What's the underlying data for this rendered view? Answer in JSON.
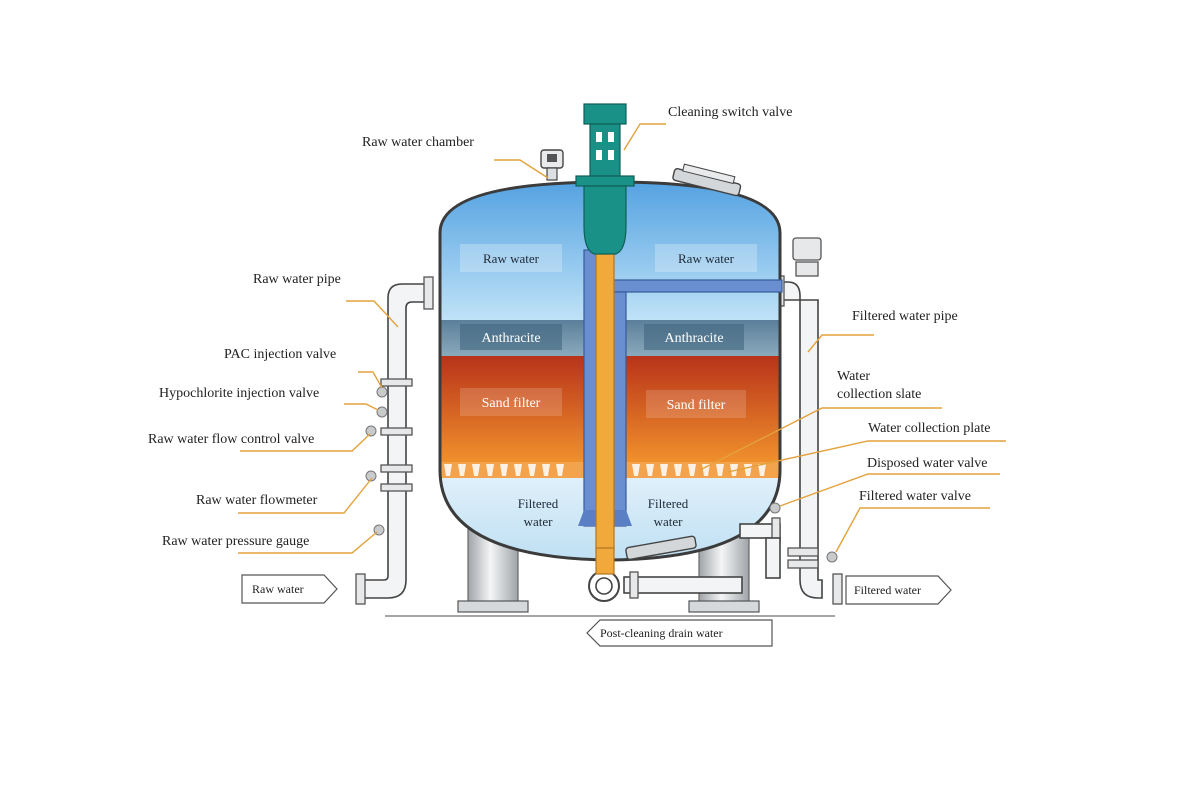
{
  "callouts": {
    "cleaning_switch_valve": "Cleaning  switch valve",
    "raw_water_chamber": "Raw water chamber",
    "raw_water_pipe": "Raw water pipe",
    "pac_injection_valve": "PAC injection  valve",
    "hypochlorite_injection_valve": "Hypochlorite injection  valve",
    "raw_water_flow_control_valve": "Raw water flow control valve",
    "raw_water_flowmeter": "Raw water flowmeter",
    "raw_water_pressure_gauge": "Raw water pressure gauge",
    "filtered_water_pipe": "Filtered  water pipe",
    "water_collection_slate_line1": "Water",
    "water_collection_slate_line2": "collection slate",
    "water_collection_plate": "Water collection plate",
    "disposed_water_valve": "Disposed water valve",
    "filtered_water_valve": "Filtered  water valve"
  },
  "tank_labels": {
    "raw_water_left": "Raw water",
    "raw_water_right": "Raw water",
    "anthracite_left": "Anthracite",
    "anthracite_right": "Anthracite",
    "sand_filter_left": "Sand filter",
    "sand_filter_right": "Sand filter",
    "filtered_left_line1": "Filtered",
    "filtered_left_line2": "water",
    "filtered_right_line1": "Filtered",
    "filtered_right_line2": "water"
  },
  "flow_labels": {
    "raw_water_in": "Raw water",
    "filtered_water_out": "Filtered  water",
    "post_cleaning_drain": "Post-cleaning drain water"
  },
  "colors": {
    "raw_water": "#8cc6ea",
    "anthracite": "#6e8fa6",
    "sand_filter": "#c8481e",
    "valve_teal": "#1a9186",
    "leader_line": "#e3a23d",
    "center_pipe": "#f0a93a"
  }
}
